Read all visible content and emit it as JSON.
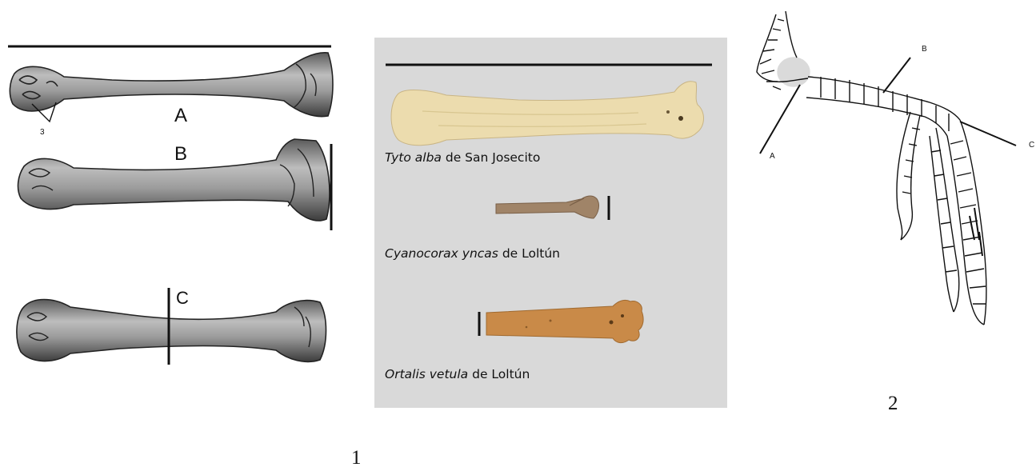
{
  "left_panel": {
    "bones": [
      {
        "label": "A",
        "marker": "3"
      },
      {
        "label": "B"
      },
      {
        "label": "C"
      }
    ]
  },
  "middle_panel": {
    "specimens": [
      {
        "species": "Tyto alba",
        "locality": "de San Josecito"
      },
      {
        "species": "Cyanocorax yncas",
        "locality": "de Loltún"
      },
      {
        "species": "Ortalis vetula",
        "locality": "de Loltún"
      }
    ]
  },
  "right_panel": {
    "labels": {
      "a": "A",
      "b": "B",
      "c": "C"
    }
  },
  "figure_numbers": {
    "first": "1",
    "second": "2"
  },
  "colors": {
    "middle_background": "#d9d9d9",
    "tyto_bone": "#ecdcae",
    "cyanocorax_bone": "#a08468",
    "ortalis_bone": "#c98a48"
  }
}
